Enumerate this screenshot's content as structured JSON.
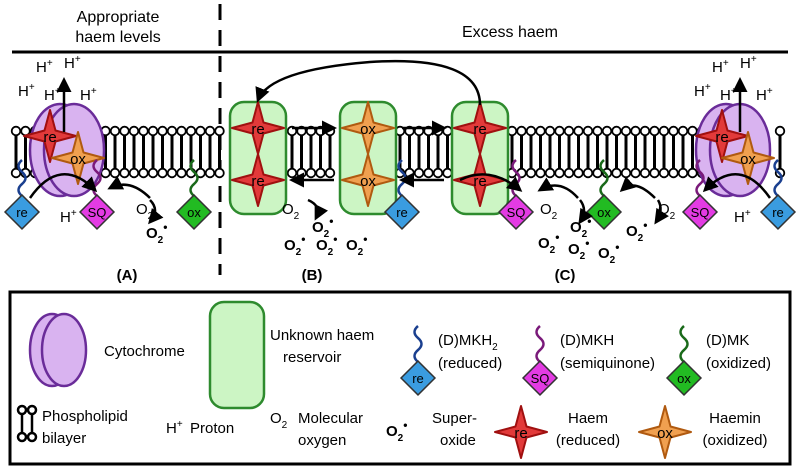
{
  "header": {
    "left_title_line1": "Appropriate",
    "left_title_line2": "haem levels",
    "right_title": "Excess haem"
  },
  "panels": {
    "a": "(A)",
    "b": "(B)",
    "c": "(C)"
  },
  "species": {
    "proton": "H",
    "proton_sup": "+",
    "o2": "O",
    "o2_sub": "2",
    "superoxide": "O",
    "superoxide_sub": "2",
    "superoxide_sup": "•"
  },
  "badges": {
    "re": "re",
    "ox": "ox",
    "sq": "SQ"
  },
  "legend": {
    "cytochrome": "Cytochrome",
    "reservoir_line1": "Unknown haem",
    "reservoir_line2": "reservoir",
    "mkh2_line1": "(D)MKH",
    "mkh2_sub": "2",
    "mkh2_line2": "(reduced)",
    "mkh_line1": "(D)MKH",
    "mkh_line2": "(semiquinone)",
    "mk_line1": "(D)MK",
    "mk_line2": "(oxidized)",
    "bilayer_line1": "Phospholipid",
    "bilayer_line2": "bilayer",
    "proton_text": "Proton",
    "o2_line1": "Molecular",
    "o2_line2": "oxygen",
    "superoxide_line1": "Super-",
    "superoxide_line2": "oxide",
    "haem_line1": "Haem",
    "haem_line2": "(reduced)",
    "haemin_line1": "Haemin",
    "haemin_line2": "(oxidized)"
  },
  "colors": {
    "cytochrome_fill": "#d9b3f0",
    "cytochrome_stroke": "#6a2c99",
    "reservoir_fill": "#ccf5c4",
    "reservoir_stroke": "#2e8b2e",
    "haem_fill": "#e23a3a",
    "haemin_fill": "#f0a050",
    "reduced_badge": "#3a9ce0",
    "semi_badge": "#e33be3",
    "oxidized_badge": "#22bb22"
  }
}
